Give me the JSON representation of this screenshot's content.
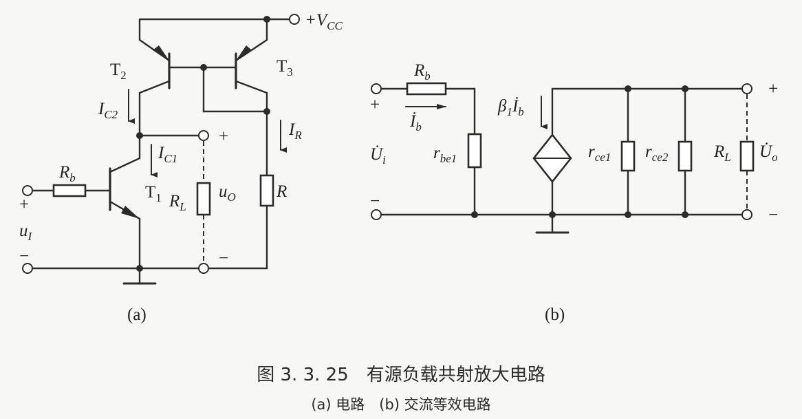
{
  "caption": {
    "title": "图 3. 3. 25　有源负载共射放大电路",
    "subtitle": "(a) 电路　(b) 交流等效电路"
  },
  "circuit_a": {
    "sub_label": "(a)",
    "vcc": "+V",
    "vcc_sub": "CC",
    "t1": "T",
    "t1_sub": "1",
    "t2": "T",
    "t2_sub": "2",
    "t3": "T",
    "t3_sub": "3",
    "ic2": "I",
    "ic2_sub": "C2",
    "ic1": "I",
    "ic1_sub": "C1",
    "ir": "I",
    "ir_sub": "R",
    "rb": "R",
    "rb_sub": "b",
    "rl": "R",
    "rl_sub": "L",
    "r": "R",
    "uo": "u",
    "uo_sub": "O",
    "ui": "u",
    "ui_sub": "I",
    "plus_in": "+",
    "minus_in": "−",
    "plus_out": "+",
    "minus_out": "−"
  },
  "circuit_b": {
    "sub_label": "(b)",
    "rb": "R",
    "rb_sub": "b",
    "ib": "İ",
    "ib_sub": "b",
    "rbe1": "r",
    "rbe1_sub": "be1",
    "beta": "β",
    "beta_sub": "1",
    "beta_ib": "İ",
    "beta_ib_sub": "b",
    "rce1": "r",
    "rce1_sub": "ce1",
    "rce2": "r",
    "rce2_sub": "ce2",
    "rl": "R",
    "rl_sub": "L",
    "ui": "U̇",
    "ui_sub": "i",
    "uo": "U̇",
    "uo_sub": "o",
    "plus_in": "+",
    "minus_in": "−",
    "plus_out": "+",
    "minus_out": "−"
  }
}
